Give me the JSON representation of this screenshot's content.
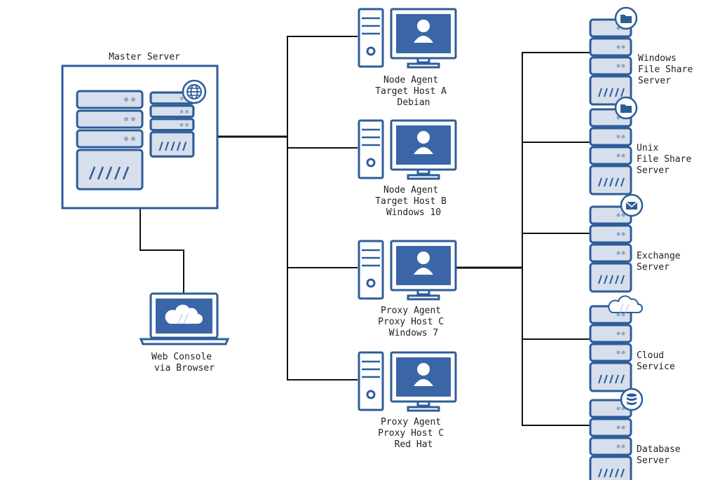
{
  "colors": {
    "accent": "#2d5d99",
    "panel": "#d7dfec",
    "screen": "#3a66a8",
    "line": "#111111",
    "text": "#222222"
  },
  "master": {
    "title": "Master Server",
    "badge_icon": "globe-icon"
  },
  "console": {
    "lines": [
      "Web Console",
      "via Browser"
    ],
    "icon": "cloud-icon"
  },
  "agents": [
    {
      "id": "a",
      "lines": [
        "Node Agent",
        "Target Host A",
        "Debian"
      ]
    },
    {
      "id": "b",
      "lines": [
        "Node Agent",
        "Target Host B",
        "Windows 10"
      ]
    },
    {
      "id": "c",
      "lines": [
        "Proxy Agent",
        "Proxy Host C",
        "Windows 7"
      ]
    },
    {
      "id": "d",
      "lines": [
        "Proxy Agent",
        "Proxy Host C",
        "Red Hat"
      ]
    }
  ],
  "services": [
    {
      "id": "winfs",
      "lines": [
        "Windows",
        "File Share",
        "Server"
      ],
      "icon": "folder-icon"
    },
    {
      "id": "unixfs",
      "lines": [
        "Unix",
        "File Share",
        "Server"
      ],
      "icon": "folder-icon"
    },
    {
      "id": "exchange",
      "lines": [
        "Exchange",
        "Server"
      ],
      "icon": "mail-icon"
    },
    {
      "id": "cloud",
      "lines": [
        "Cloud",
        "Service"
      ],
      "icon": "cloud-icon"
    },
    {
      "id": "db",
      "lines": [
        "Database",
        "Server"
      ],
      "icon": "database-icon"
    }
  ]
}
